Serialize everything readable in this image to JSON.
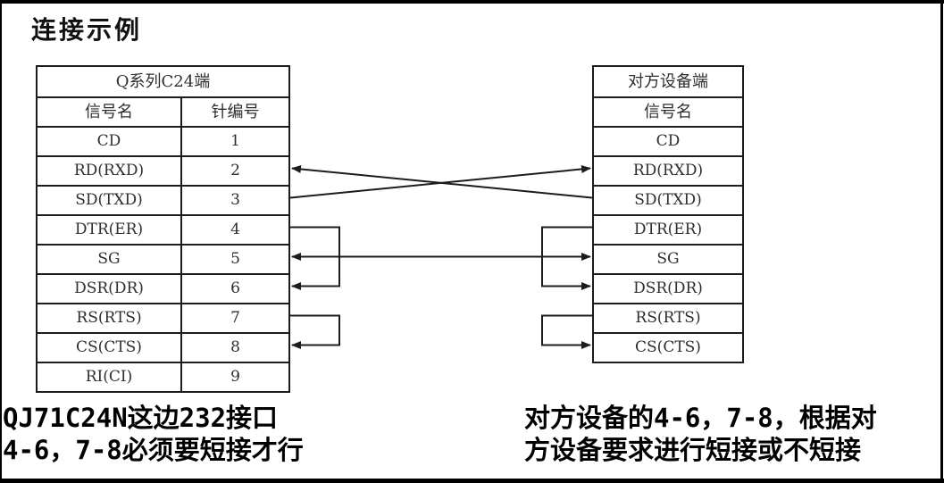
{
  "title": "连接示例",
  "tables": {
    "left": {
      "title": "Q系列C24端",
      "columns": [
        "信号名",
        "针编号"
      ],
      "rows": [
        {
          "signal": "CD",
          "pin": "1"
        },
        {
          "signal": "RD(RXD)",
          "pin": "2"
        },
        {
          "signal": "SD(TXD)",
          "pin": "3"
        },
        {
          "signal": "DTR(ER)",
          "pin": "4"
        },
        {
          "signal": "SG",
          "pin": "5"
        },
        {
          "signal": "DSR(DR)",
          "pin": "6"
        },
        {
          "signal": "RS(RTS)",
          "pin": "7"
        },
        {
          "signal": "CS(CTS)",
          "pin": "8"
        },
        {
          "signal": "RI(CI)",
          "pin": "9"
        }
      ]
    },
    "right": {
      "title": "对方设备端",
      "columns": [
        "信号名"
      ],
      "rows": [
        {
          "signal": "CD"
        },
        {
          "signal": "RD(RXD)"
        },
        {
          "signal": "SD(TXD)"
        },
        {
          "signal": "DTR(ER)"
        },
        {
          "signal": "SG"
        },
        {
          "signal": "DSR(DR)"
        },
        {
          "signal": "RS(RTS)"
        },
        {
          "signal": "CS(CTS)"
        }
      ]
    }
  },
  "connections": [
    {
      "from": "left SD(TXD) pin 3",
      "to": "right RD(RXD)",
      "type": "cross",
      "arrow": "into right RD(RXD)"
    },
    {
      "from": "right SD(TXD)",
      "to": "left RD(RXD) pin 2",
      "type": "cross",
      "arrow": "into left RD(RXD)"
    },
    {
      "from": "left SG pin 5",
      "to": "right SG",
      "type": "straight",
      "arrow": "both ends"
    },
    {
      "from": "left DTR(ER) pin 4",
      "to": "left DSR(DR) pin 6",
      "type": "jumper",
      "arrow": "into pin 6"
    },
    {
      "from": "left RS(RTS) pin 7",
      "to": "left CS(CTS) pin 8",
      "type": "jumper",
      "arrow": "into pin 8"
    },
    {
      "from": "right DTR(ER)",
      "to": "right DSR(DR)",
      "type": "jumper",
      "arrow": "into DSR(DR)"
    },
    {
      "from": "right RS(RTS)",
      "to": "right CS(CTS)",
      "type": "jumper",
      "arrow": "into CS(CTS)"
    }
  ],
  "notes": {
    "left": {
      "line1": "QJ71C24N这边232接口",
      "line2": "4-6，7-8必须要短接才行"
    },
    "right": {
      "line1": "对方设备的4-6，7-8，根据对",
      "line2": "方设备要求进行短接或不短接"
    }
  },
  "colors": {
    "background": "#ffffff",
    "line": "#1c1c1c",
    "table_text": "#2e2e2e",
    "note_text": "#000000",
    "frame": "#000000"
  }
}
